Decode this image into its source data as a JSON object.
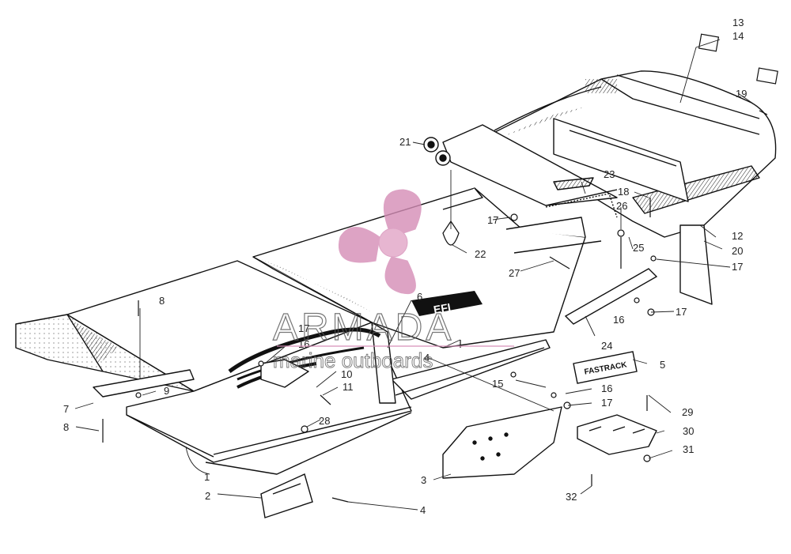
{
  "watermark": {
    "brand": "ARMADA",
    "tagline": "marine outboards",
    "color": "#d58db6"
  },
  "decals": {
    "efi": "EFI",
    "fastrack": "FASTRACK"
  },
  "callouts": [
    "1",
    "2",
    "3",
    "4",
    "4",
    "5",
    "6",
    "7",
    "8",
    "8",
    "9",
    "10",
    "11",
    "12",
    "13",
    "14",
    "15",
    "16",
    "16",
    "16",
    "17",
    "17",
    "17",
    "17",
    "17",
    "18",
    "19",
    "20",
    "21",
    "22",
    "23",
    "24",
    "25",
    "26",
    "27",
    "28",
    "29",
    "30",
    "31",
    "32"
  ]
}
